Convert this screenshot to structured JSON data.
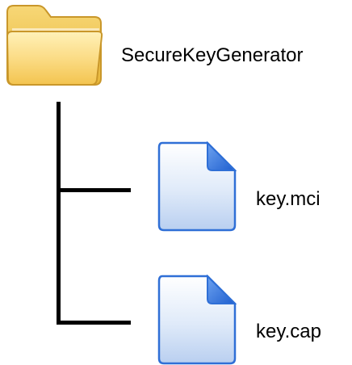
{
  "tree": {
    "folder": {
      "name": "SecureKeyGenerator",
      "icon": "folder-icon",
      "color": "#f5d35e"
    },
    "files": [
      {
        "name": "key.mci",
        "icon": "document-icon"
      },
      {
        "name": "key.cap",
        "icon": "document-icon"
      }
    ],
    "line_color": "#000000",
    "file_accent_color": "#2f6fd6"
  }
}
